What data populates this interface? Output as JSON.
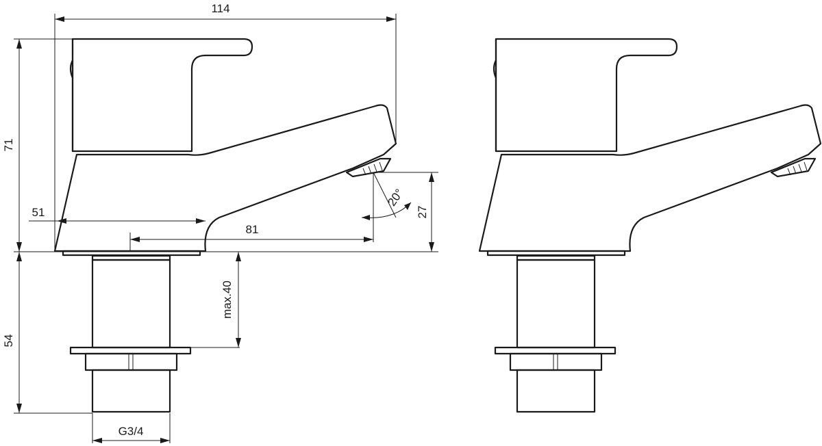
{
  "dimensions": {
    "width_overall": "114",
    "height_body": "71",
    "base_to_lever": "51",
    "spout_projection": "81",
    "spout_angle": "20°",
    "spout_height": "27",
    "max_deck_thickness": "max.40",
    "tail_length": "54",
    "thread": "G3/4"
  }
}
